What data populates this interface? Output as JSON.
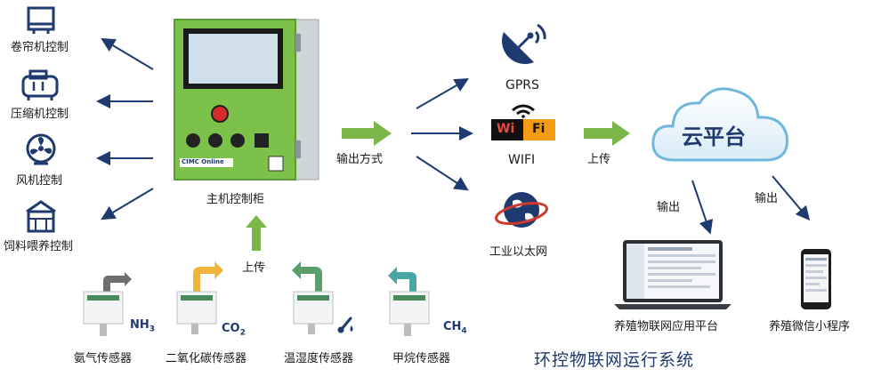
{
  "outputs_left": [
    {
      "label": "卷帘机控制",
      "icon": "roller-blind-icon"
    },
    {
      "label": "压缩机控制",
      "icon": "compressor-icon"
    },
    {
      "label": "风机控制",
      "icon": "fan-icon"
    },
    {
      "label": "饲料喂养控制",
      "icon": "feeder-icon"
    }
  ],
  "cabinet": {
    "label": "主机控制柜",
    "brand": "CIMC Online",
    "color": "#7cc24a"
  },
  "upload_label_sensors": "上传",
  "sensors": [
    {
      "label": "氨气传感器",
      "formula": "NH3",
      "arrow_color": "#6e6e6e"
    },
    {
      "label": "二氧化碳传感器",
      "formula": "CO2",
      "arrow_color": "#f0b43a"
    },
    {
      "label": "温湿度传感器",
      "formula": "",
      "icon": "thermometer-icon",
      "arrow_color": "#5a9e6a"
    },
    {
      "label": "甲烷传感器",
      "formula": "CH4",
      "arrow_color": "#4aa6a2"
    }
  ],
  "output_method_label": "输出方式",
  "comm": [
    {
      "label": "GPRS",
      "icon": "satellite-dish-icon"
    },
    {
      "label": "WIFI",
      "icon": "wifi-icon",
      "badge_left": "Wi",
      "badge_right": "Fi"
    },
    {
      "label": "工业以太网",
      "icon": "globe-icon"
    }
  ],
  "upload_label_cloud": "上传",
  "cloud": {
    "label": "云平台"
  },
  "output_label_1": "输出",
  "output_label_2": "输出",
  "platform_label": "养殖物联网应用平台",
  "miniprogram_label": "养殖微信小程序",
  "system_title": "环控物联网运行系统",
  "colors": {
    "navy": "#1e3a6e",
    "green_arrow": "#7ab648",
    "wifi_red": "#c0392b",
    "wifi_orange": "#f39c12"
  }
}
